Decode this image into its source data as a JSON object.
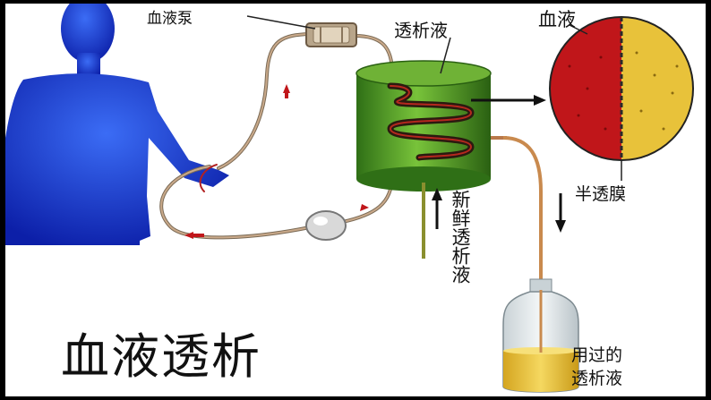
{
  "labels": {
    "blood_pump": "血液泵",
    "dialysate": "透析液",
    "blood": "血液",
    "semipermeable_membrane": "半透膜",
    "fresh_dialysate": "新鲜透析液",
    "used_dialysate_line1": "用过的",
    "used_dialysate_line2": "透析液",
    "title": "血液透析"
  },
  "colors": {
    "body_blue": "#2f5fe0",
    "tank_green": "#4f9a2a",
    "blood_red": "#c0161a",
    "filtrate_yellow": "#e8c23a",
    "tube_red": "#b22222"
  }
}
